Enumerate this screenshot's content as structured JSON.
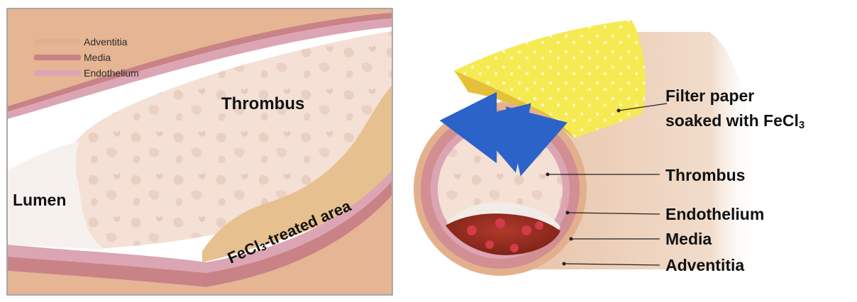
{
  "left_panel": {
    "legend": [
      {
        "label": "Adventitia",
        "color": "#e3b08e"
      },
      {
        "label": "Media",
        "color": "#c98286"
      },
      {
        "label": "Endothelium",
        "color": "#dca5b4"
      }
    ],
    "labels": {
      "thrombus": "Thrombus",
      "lumen": "Lumen",
      "treated_area_prefix": "FeCl",
      "treated_area_sub": "3",
      "treated_area_suffix": "-treated area"
    }
  },
  "right_panel": {
    "labels": {
      "filter_line1": "Filter paper",
      "filter_line2_prefix": "soaked with FeCl",
      "filter_line2_sub": "3",
      "thrombus": "Thrombus",
      "endothelium": "Endothelium",
      "media": "Media",
      "adventitia": "Adventitia"
    }
  },
  "colors": {
    "adventitia": "#e3b08e",
    "media": "#c98286",
    "endothelium": "#dca5b4",
    "thrombus": "#f3ddd0",
    "treated_area": "#e7c596",
    "filter_paper": "#f3ea5a",
    "arrow": "#2c63c8",
    "clot": "#9b2f25"
  }
}
